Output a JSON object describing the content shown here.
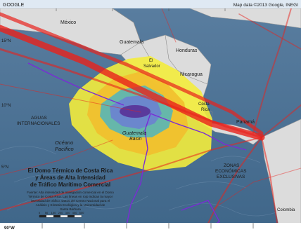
{
  "header": {
    "left": "GOOGLE",
    "right": "Map data ©2013 Google, INEGI"
  },
  "labels": {
    "mexico": "México",
    "guatemala": "Guatemala",
    "honduras": "Honduras",
    "el_salvador_1": "El",
    "el_salvador_2": "Salvador",
    "nicaragua": "Nicaragua",
    "costa_rica_1": "Costa",
    "costa_rica_2": "Rica",
    "panama": "Panamá",
    "colombia": "Colombia",
    "golfo_1": "Guatemala",
    "golfo_2": "Basin",
    "oceano_1": "Océano",
    "oceano_2": "Pacífico",
    "aguas_1": "AGUAS",
    "aguas_2": "INTERNACIONALES",
    "zonas_1": "ZONAS",
    "zonas_2": "ECONÓMICAS",
    "zonas_3": "EXCLUSIVAS"
  },
  "lat_ticks": [
    "15°N",
    "10°N",
    "5°N"
  ],
  "lon_ticks": [
    "90°W"
  ],
  "scale_bar": [
    "0",
    "50",
    "100",
    "200",
    "300",
    "400",
    "500"
  ],
  "title": {
    "line1": "El Domo Térmico de Costa Rica",
    "line2": "y Áreas de Alta Intensidad",
    "line3": "de Tráfico Marítimo Comercial"
  },
  "caption": {
    "line1": "Fuente: Alta intensidad de navegación comercial en el Domo",
    "line2": "Térmico de Costa Rica. Las líneas en rojo indican la mayor",
    "line3": "intensidad de tráfico. Datos del Centro Nacional para el",
    "line4": "Análisis y Síntesis Ecológica y la Universidad de",
    "line5": "Santa Bárbara"
  },
  "colors": {
    "ocean": "#4a6f93",
    "land": "#dcdcdc",
    "shipping": "#e8221c",
    "eez": "#7a2bd6",
    "dome_outer": "#f3ec3c",
    "dome_mid": "#f2bf2d",
    "dome_teal": "#56b6b8",
    "dome_blue": "#6b84cf",
    "dome_core": "#5a3a9c"
  }
}
